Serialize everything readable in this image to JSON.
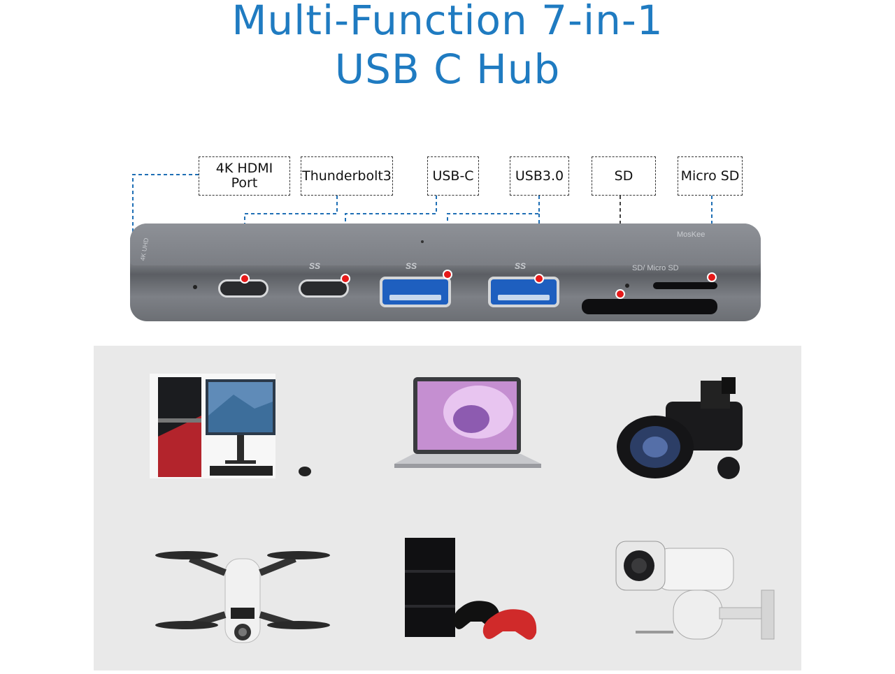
{
  "title": {
    "line1": "Multi-Function 7-in-1",
    "line2": "USB C Hub"
  },
  "labels": {
    "hdmi": "4K HDMI\nPort",
    "thunderbolt": "Thunderbolt3",
    "usbc": "USB-C",
    "usb30": "USB3.0",
    "sd": "SD",
    "microsd": "Micro SD"
  },
  "hub": {
    "brand": "MosKee",
    "side_text": "4K UHD",
    "slot_label": "SD/ Micro SD",
    "usb_logo": "SS"
  },
  "devices": [
    {
      "icon": "desktop-pc-monitor-icon"
    },
    {
      "icon": "laptop-icon"
    },
    {
      "icon": "video-camera-icon"
    },
    {
      "icon": "drone-icon"
    },
    {
      "icon": "game-console-icon"
    },
    {
      "icon": "security-camera-icon"
    }
  ],
  "colors": {
    "title": "#1f7bc1",
    "leader": "#1f6fb5",
    "marker": "#e61919",
    "hub": "#7b7e84"
  }
}
